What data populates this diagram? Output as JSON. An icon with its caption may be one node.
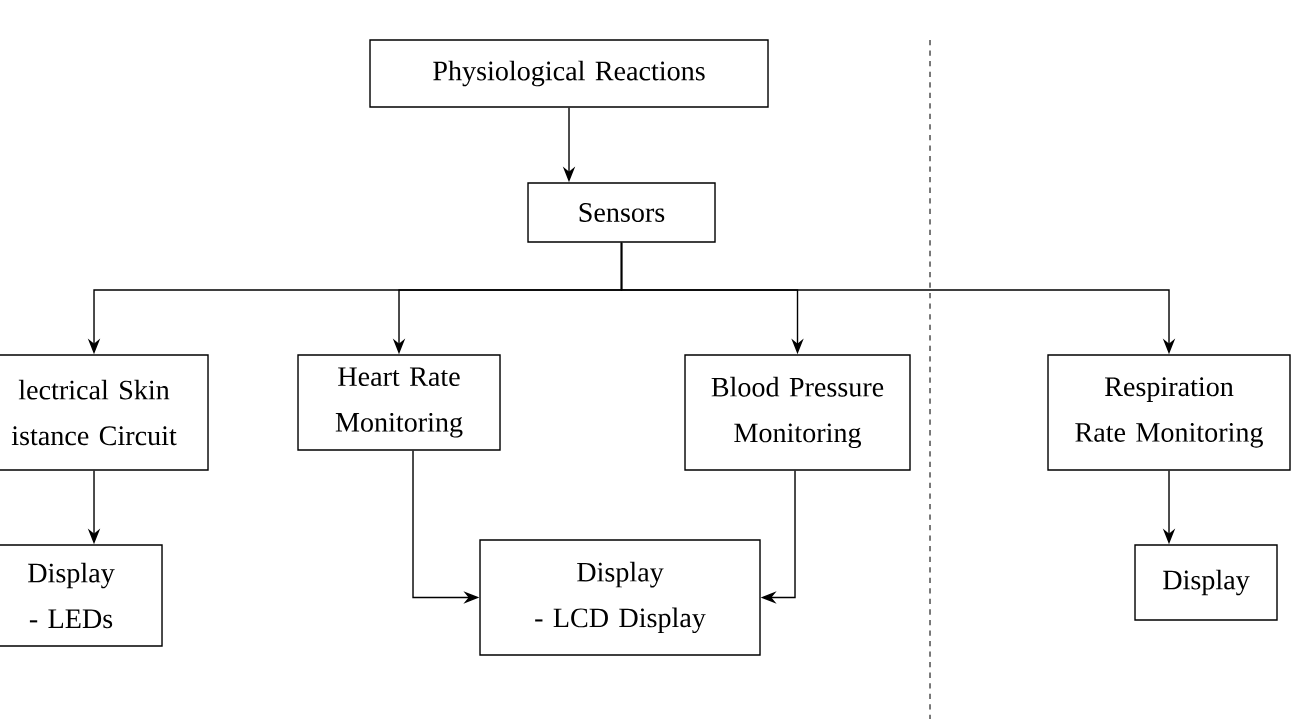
{
  "diagram": {
    "nodes": [
      {
        "text": [
          "Physiological Reactions"
        ]
      },
      {
        "text": [
          "Sensors"
        ]
      },
      {
        "text": [
          "lectrical Skin istance Circuit"
        ]
      },
      {
        "text": [
          "Heart Rate Monitoring"
        ]
      },
      {
        "text": [
          "Blood Pressure Monitoring"
        ]
      },
      {
        "text": [
          "Respiration Rate Monitoring"
        ]
      },
      {
        "text": [
          "Display",
          "- LEDs"
        ]
      },
      {
        "text": [
          "Display",
          "- LCD Display"
        ]
      },
      {
        "text": [
          "Display"
        ]
      }
    ],
    "edges": [
      {
        "from": 0,
        "to": 1,
        "arrow": "to"
      },
      {
        "from": 1,
        "to": 2,
        "arrow": "to"
      },
      {
        "from": 1,
        "to": 3,
        "arrow": "to"
      },
      {
        "from": 1,
        "to": 4,
        "arrow": "to"
      },
      {
        "from": 1,
        "to": 5,
        "arrow": "to"
      },
      {
        "from": 2,
        "to": 6,
        "arrow": "to"
      },
      {
        "from": 3,
        "to": 7,
        "arrow": "to"
      },
      {
        "from": 4,
        "to": 7,
        "arrow": "to"
      },
      {
        "from": 5,
        "to": 8,
        "arrow": "to"
      }
    ]
  }
}
